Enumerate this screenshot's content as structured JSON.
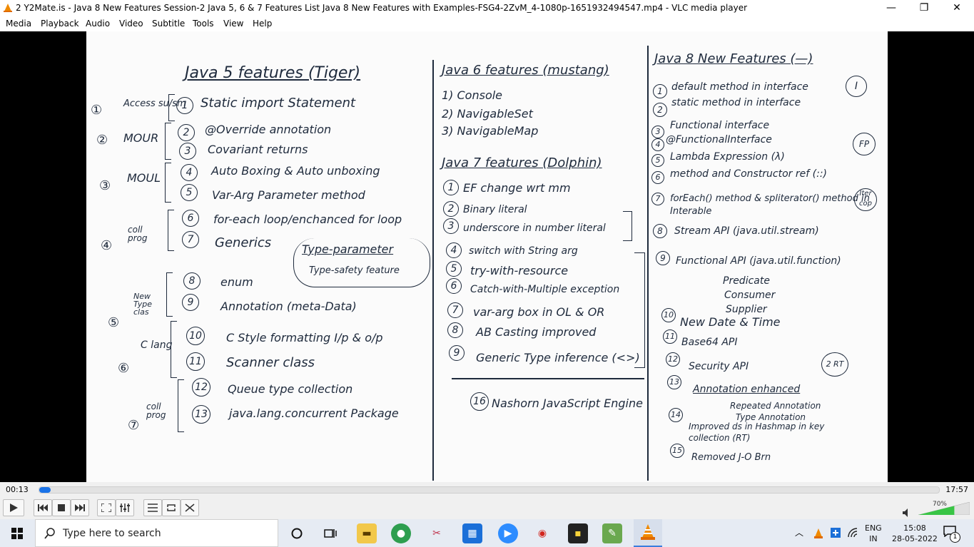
{
  "window": {
    "title": "2 Y2Mate.is - Java 8 New Features  Session-2  Java 5, 6 & 7 Features List  Java 8 New Features with Examples-FSG4-2ZvM_4-1080p-1651932494547.mp4 - VLC media player",
    "minimize_glyph": "—",
    "maximize_glyph": "❐",
    "close_glyph": "✕"
  },
  "menu": [
    "Media",
    "Playback",
    "Audio",
    "Video",
    "Subtitle",
    "Tools",
    "View",
    "Help"
  ],
  "board": {
    "java5": {
      "title": "Java 5 features (Tiger)",
      "groups": [
        "Access su/sm",
        "MOUR",
        "MOUL",
        "coll prog",
        "New Type clas",
        "C lang",
        "coll prog"
      ],
      "group_nums": [
        "①",
        "②",
        "③",
        "④",
        "⑤",
        "⑥",
        "⑦"
      ],
      "items": [
        {
          "n": "1",
          "t": "Static import Statement"
        },
        {
          "n": "2",
          "t": "@Override annotation"
        },
        {
          "n": "3",
          "t": "Covariant returns"
        },
        {
          "n": "4",
          "t": "Auto Boxing & Auto unboxing"
        },
        {
          "n": "5",
          "t": "Var-Arg Parameter method"
        },
        {
          "n": "6",
          "t": "for-each loop/enchanced for loop"
        },
        {
          "n": "7",
          "t": "Generics"
        },
        {
          "n": "8",
          "t": "enum"
        },
        {
          "n": "9",
          "t": "Annotation (meta-Data)"
        },
        {
          "n": "10",
          "t": "C Style formatting I/p & o/p"
        },
        {
          "n": "11",
          "t": "Scanner class"
        },
        {
          "n": "12",
          "t": "Queue type collection"
        },
        {
          "n": "13",
          "t": "java.lang.concurrent Package"
        }
      ],
      "generics_note": [
        "Type-parameter",
        "Type-safety feature"
      ]
    },
    "java6": {
      "title": "Java 6 features (mustang)",
      "items": [
        "1) Console",
        "2) NavigableSet",
        "3) NavigableMap"
      ]
    },
    "java7": {
      "title": "Java 7 features (Dolphin)",
      "items": [
        {
          "n": "1",
          "t": "EF change wrt mm"
        },
        {
          "n": "2",
          "t": "Binary literal"
        },
        {
          "n": "3",
          "t": "underscore in number literal"
        },
        {
          "n": "4",
          "t": "switch with String arg"
        },
        {
          "n": "5",
          "t": "try-with-resource"
        },
        {
          "n": "6",
          "t": "Catch-with-Multiple exception"
        },
        {
          "n": "7",
          "t": "var-arg box in OL & OR"
        },
        {
          "n": "8",
          "t": "AB Casting improved"
        },
        {
          "n": "9",
          "t": "Generic Type inference (<>)"
        }
      ],
      "nashorn": {
        "n": "16",
        "t": "Nashorn JavaScript Engine"
      }
    },
    "java8": {
      "title": "Java 8 New Features (—)",
      "tags": [
        "I",
        "FP",
        "Iter cop",
        "2 RT"
      ],
      "items": [
        {
          "n": "1",
          "t": "default method in interface"
        },
        {
          "n": "2",
          "t": "static method in interface"
        },
        {
          "n": "3",
          "t": "Functional interface"
        },
        {
          "n": "4",
          "t": "@FunctionalInterface"
        },
        {
          "n": "5",
          "t": "Lambda Expression (λ)"
        },
        {
          "n": "6",
          "t": "method and Constructor ref (::)"
        },
        {
          "n": "7",
          "t": "forEach() method & spliterator() method in Interable"
        },
        {
          "n": "8",
          "t": "Stream API (java.util.stream)"
        },
        {
          "n": "9",
          "t": "Functional API (java.util.function)"
        },
        {
          "n": "10",
          "t": "New Date & Time"
        },
        {
          "n": "11",
          "t": "Base64 API"
        },
        {
          "n": "12",
          "t": "Security API"
        },
        {
          "n": "13",
          "t": "Annotation enhanced"
        },
        {
          "n": "14",
          "t": "Improved ds in Hashmap in key collection (RT)"
        },
        {
          "n": "15",
          "t": "Removed J-O Brn"
        }
      ],
      "functional_sub": [
        "Predicate",
        "Consumer",
        "Supplier"
      ],
      "annotation_sub": [
        "Repeated Annotation",
        "Type Annotation"
      ]
    }
  },
  "player": {
    "current_time": "00:13",
    "total_time": "17:57",
    "progress": 0.012,
    "volume_label": "70%",
    "volume": 0.7,
    "buttons": [
      "play",
      "prev",
      "stop",
      "next",
      "fullscreen",
      "extended-settings",
      "playlist",
      "loop",
      "random"
    ]
  },
  "taskbar": {
    "search_placeholder": "Type here to search",
    "lang_top": "ENG",
    "lang_bottom": "IN",
    "time": "15:08",
    "date": "28-05-2022",
    "notification_count": "1"
  }
}
